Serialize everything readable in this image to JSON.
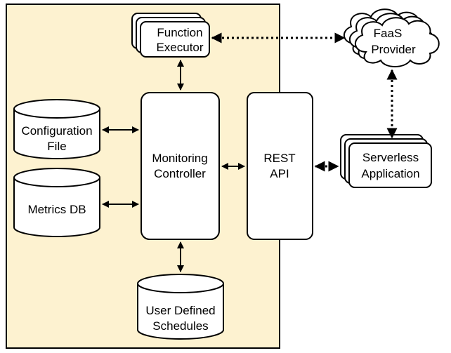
{
  "nodes": {
    "function_executor": {
      "line1": "Function",
      "line2": "Executor"
    },
    "faas_provider": {
      "line1": "FaaS",
      "line2": "Provider"
    },
    "configuration_file": {
      "line1": "Configuration",
      "line2": "File"
    },
    "metrics_db": {
      "line1": "Metrics DB"
    },
    "monitoring_controller": {
      "line1": "Monitoring",
      "line2": "Controller"
    },
    "rest_api": {
      "line1": "REST",
      "line2": "API"
    },
    "serverless_application": {
      "line1": "Serverless",
      "line2": "Application"
    },
    "user_defined_schedules": {
      "line1": "User Defined",
      "line2": "Schedules"
    }
  },
  "colors": {
    "container_fill": "#fdf2d0",
    "stroke": "#000000",
    "node_fill": "#ffffff"
  }
}
